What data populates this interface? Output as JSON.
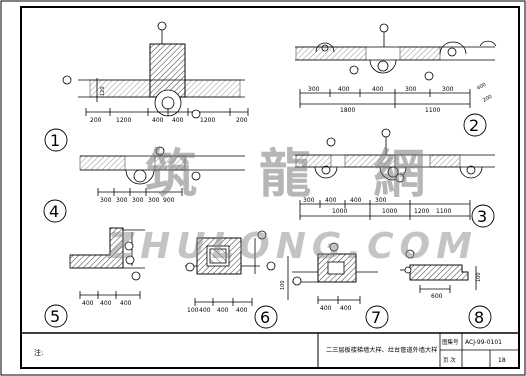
{
  "sheet": {
    "details": [
      "1",
      "2",
      "3",
      "4",
      "5",
      "6",
      "7",
      "8"
    ],
    "dims": {
      "d1_top_a": "200",
      "d1_top_b": "1200",
      "d1_top_c": "400",
      "d1_top_d": "400",
      "d1_top_e": "1200",
      "d1_top_f": "200",
      "d1_side": "120",
      "d2_a": "300",
      "d2_b": "400",
      "d2_c": "400",
      "d2_d": "300",
      "d2_e": "300",
      "d2_f": "1800",
      "d2_g": "1100",
      "d2_h": "400",
      "d2_i": "200",
      "d4_a": "300",
      "d4_b": "300",
      "d4_c": "300",
      "d4_d": "300",
      "d4_e": "900",
      "d3_a": "300",
      "d3_b": "400",
      "d3_c": "400",
      "d3_d": "300",
      "d3_e": "1000",
      "d3_f": "1000",
      "d3_g": "1200",
      "d3_h": "1100",
      "d5_a": "400",
      "d5_b": "400",
      "d5_c": "400",
      "d6_a": "100",
      "d6_b": "400",
      "d6_c": "400",
      "d6_d": "400",
      "d7_a": "400",
      "d7_b": "400",
      "d7_c": "100",
      "d8_a": "600",
      "d8_b": "100"
    },
    "title_block": {
      "note_label": "注:",
      "title_text": "二三层板楼梯墙大样、灶台管道外墙大样",
      "code_label": "图集号",
      "code_value": "ACJ-99-0101",
      "page_label": "页 次",
      "page_value": "18"
    },
    "watermark": {
      "cn": "筑 龍 網",
      "en": "ZHULONG.COM"
    }
  }
}
